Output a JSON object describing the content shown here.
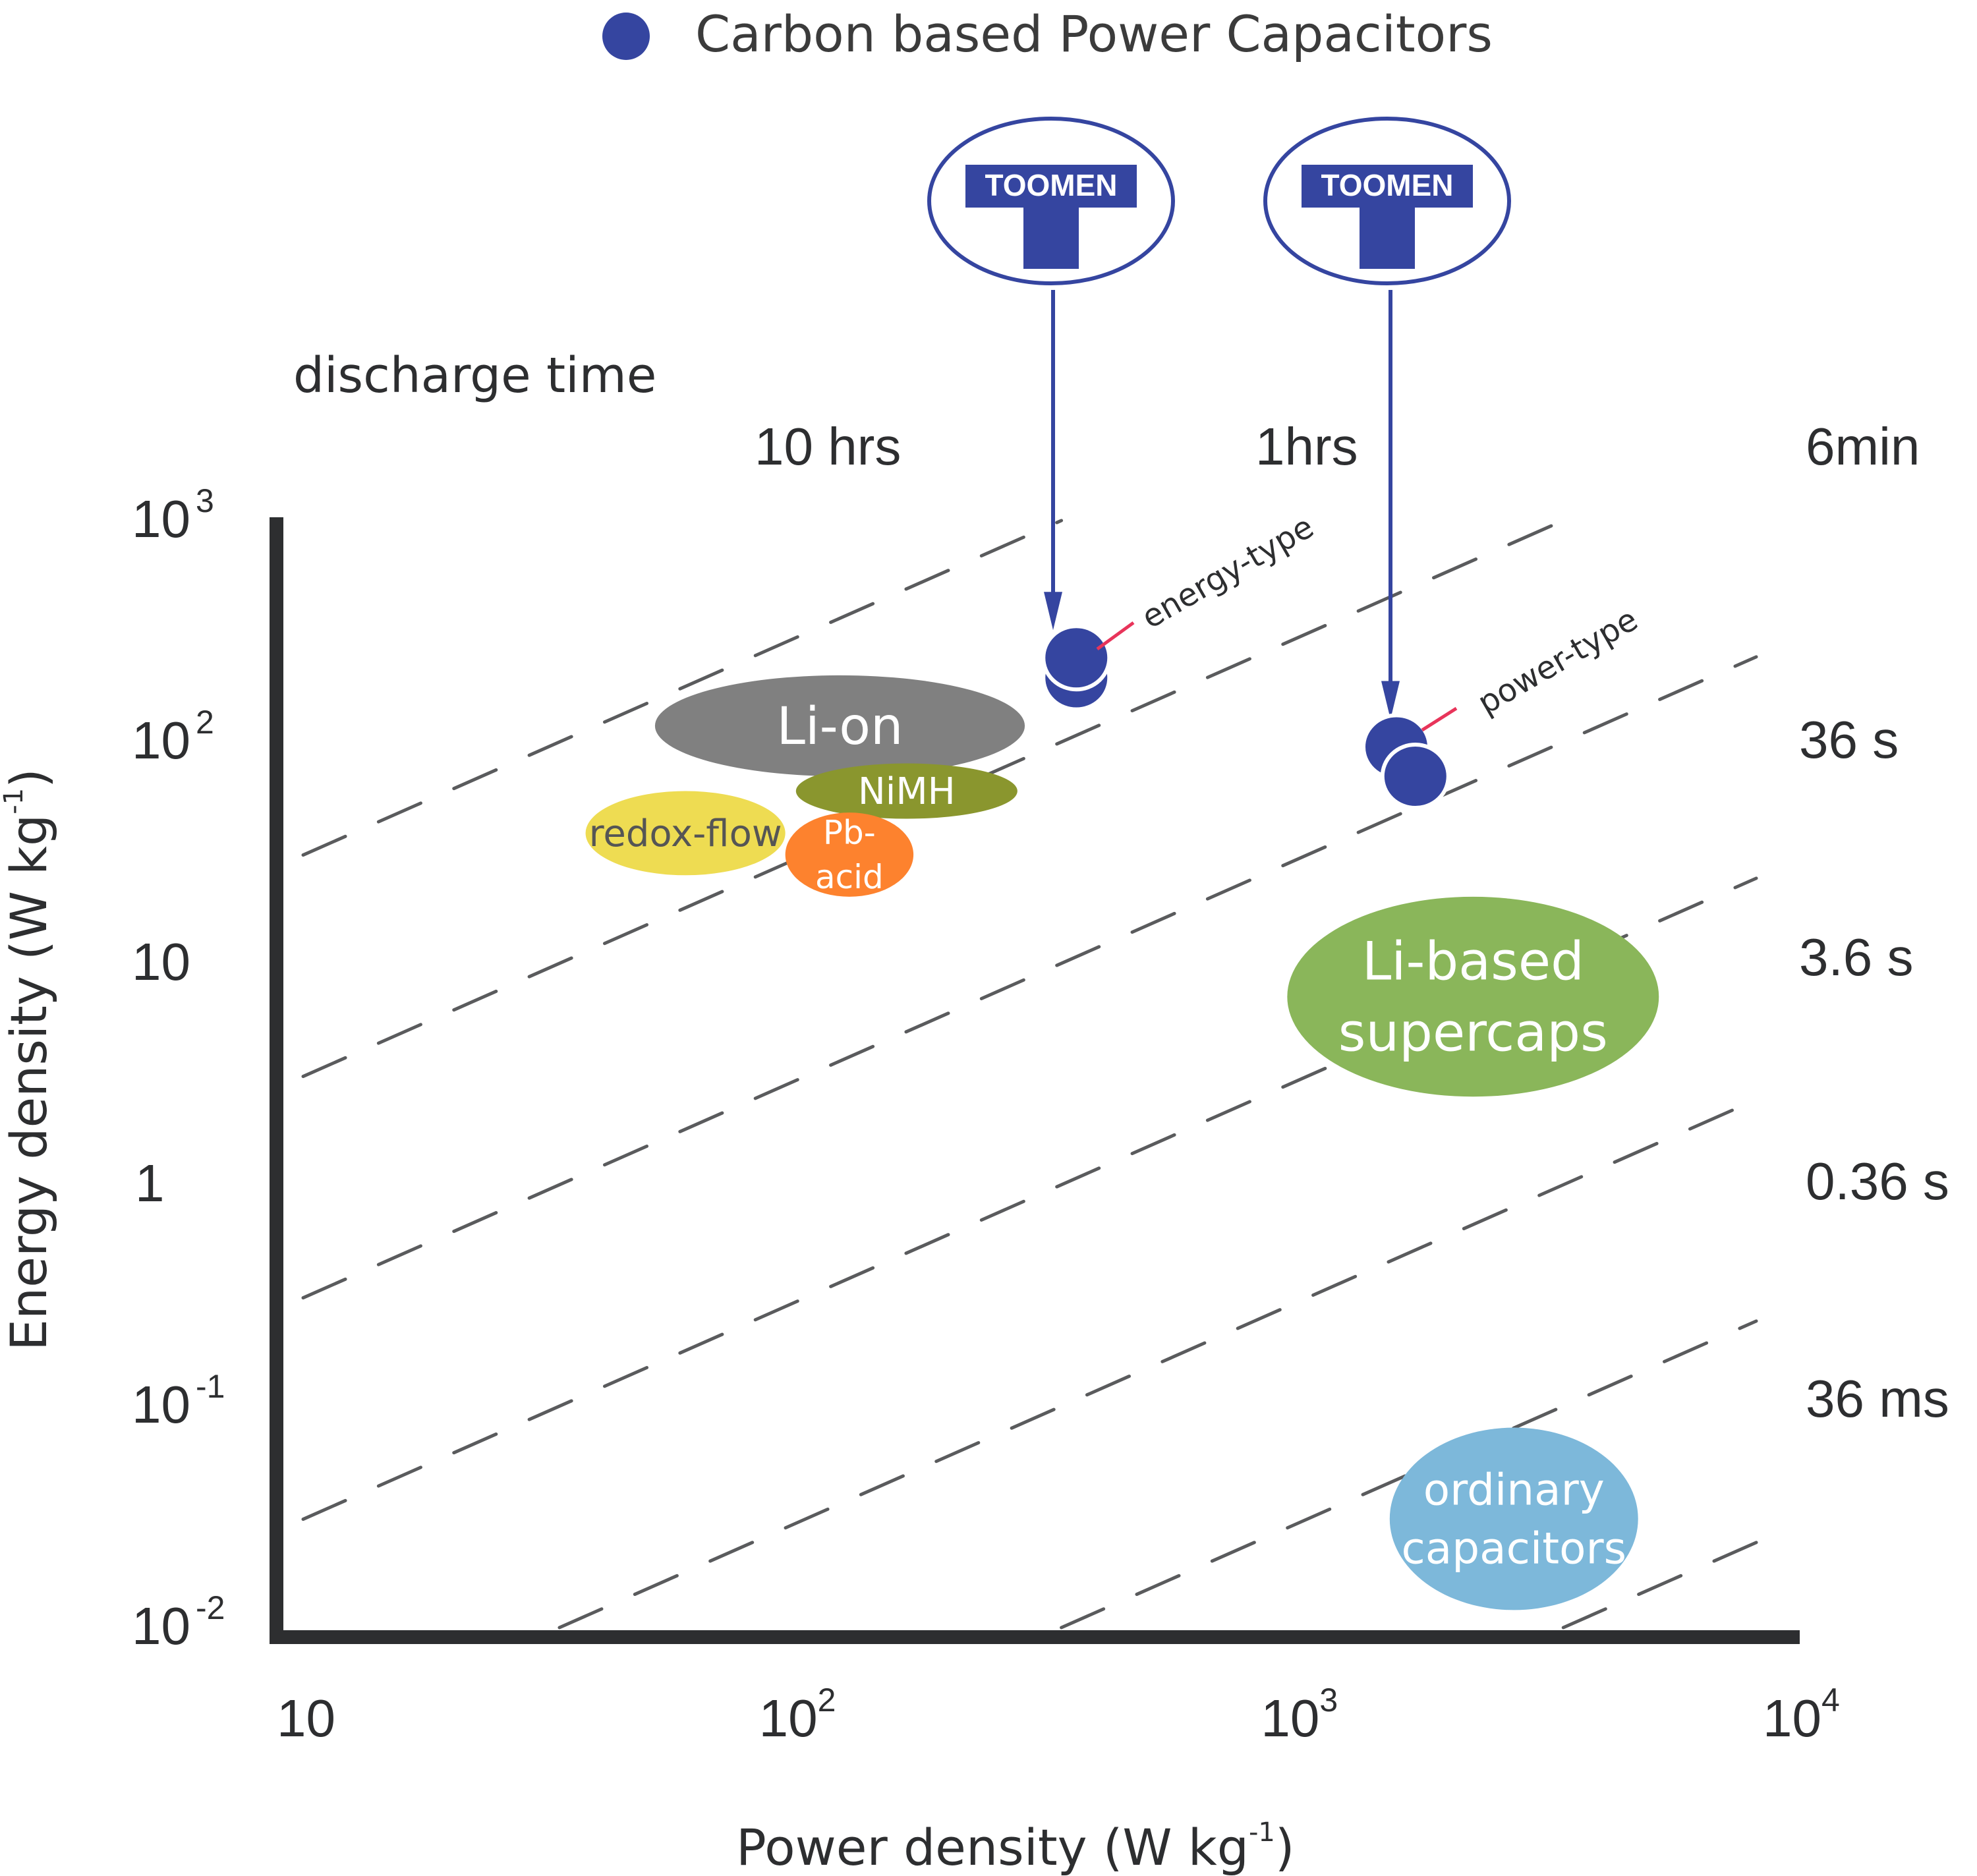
{
  "chart_data": {
    "type": "scatter",
    "title": "",
    "legend": {
      "position": "top-center",
      "entries": [
        {
          "label": "Carbon based Power Capacitors",
          "color": "#3545a0",
          "marker": "circle"
        }
      ]
    },
    "xlabel": "Power density (W kg-1)",
    "xlabel_base": "Power density (W kg",
    "xlabel_sup": "-1",
    "xlabel_end": ")",
    "ylabel": "Energy density (W kg-1)",
    "ylabel_base": "Energy density (W kg",
    "ylabel_sup": "-1",
    "ylabel_end": ")",
    "xscale": "log",
    "yscale": "log",
    "xlim": [
      10,
      10000
    ],
    "ylim": [
      0.01,
      1000
    ],
    "grid": false,
    "x_ticks": [
      {
        "value": 10,
        "base": "10",
        "exp": ""
      },
      {
        "value": 100,
        "base": "10",
        "exp": "2"
      },
      {
        "value": 1000,
        "base": "10",
        "exp": "3"
      },
      {
        "value": 10000,
        "base": "10",
        "exp": "4"
      }
    ],
    "y_ticks": [
      {
        "value": 1000,
        "base": "10",
        "exp": "3"
      },
      {
        "value": 100,
        "base": "10",
        "exp": "2"
      },
      {
        "value": 10,
        "base": "10",
        "exp": ""
      },
      {
        "value": 1,
        "base": "1",
        "exp": ""
      },
      {
        "value": 0.1,
        "base": "10",
        "exp": "-1"
      },
      {
        "value": 0.01,
        "base": "10",
        "exp": "-2"
      }
    ],
    "discharge_time_title": "discharge time",
    "discharge_lines": [
      {
        "label": "10 hrs",
        "hours": 10
      },
      {
        "label": "1hrs",
        "hours": 1
      },
      {
        "label": "6min",
        "hours": 0.1
      },
      {
        "label": "36 s",
        "hours": 0.01
      },
      {
        "label": "3.6 s",
        "hours": 0.001
      },
      {
        "label": "0.36 s",
        "hours": 0.0001
      },
      {
        "label": "36 ms",
        "hours": 1e-05
      }
    ],
    "regions": [
      {
        "label": "Li-on",
        "lines": [
          "Li-on"
        ],
        "color": "#808080",
        "text_color": "#ffffff",
        "x_range": [
          55,
          300
        ],
        "y_range": [
          70,
          200
        ]
      },
      {
        "label": "NiMH",
        "lines": [
          "NiMH"
        ],
        "color": "#8a962e",
        "text_color": "#ffffff",
        "x_range": [
          105,
          290
        ],
        "y_range": [
          45,
          80
        ]
      },
      {
        "label": "redox-flow",
        "lines": [
          "redox-flow"
        ],
        "color": "#eedc52",
        "text_color": "#555555",
        "x_range": [
          40,
          100
        ],
        "y_range": [
          25,
          60
        ]
      },
      {
        "label": "Pb-acid",
        "lines": [
          "Pb-",
          "acid"
        ],
        "color": "#fd822e",
        "text_color": "#ffffff",
        "x_range": [
          100,
          180
        ],
        "y_range": [
          20,
          48
        ]
      },
      {
        "label": "Li-based supercaps",
        "lines": [
          "Li-based",
          "supercaps"
        ],
        "color": "#8ab65a",
        "text_color": "#ffffff",
        "x_range": [
          1000,
          5500
        ],
        "y_range": [
          2.5,
          20
        ]
      },
      {
        "label": "ordinary capacitors",
        "lines": [
          "ordinary",
          "capacitors"
        ],
        "color": "#7db8da",
        "text_color": "#ffffff",
        "x_range": [
          1600,
          5000
        ],
        "y_range": [
          0.012,
          0.08
        ]
      }
    ],
    "series": [
      {
        "name": "Carbon based Power Capacitors",
        "color": "#3545a0",
        "points": [
          {
            "group": "energy-type",
            "x": 380,
            "y": 195
          },
          {
            "group": "energy-type",
            "x": 380,
            "y": 240
          },
          {
            "group": "power-type",
            "x": 1650,
            "y": 95
          },
          {
            "group": "power-type",
            "x": 1800,
            "y": 70
          }
        ]
      }
    ],
    "annotations": [
      {
        "text": "energy-type",
        "target": "energy-type",
        "leader_color": "#e8345a"
      },
      {
        "text": "power-type",
        "target": "power-type",
        "leader_color": "#e8345a"
      }
    ],
    "brand_callouts": [
      {
        "text": "TOOMEN",
        "target": "energy-type"
      },
      {
        "text": "TOOMEN",
        "target": "power-type"
      }
    ],
    "colors": {
      "axis": "#2d2e30",
      "dash": "#5a5b5d",
      "text": "#2d2e30",
      "brand_blue": "#3545a0",
      "leader": "#e8345a"
    }
  }
}
